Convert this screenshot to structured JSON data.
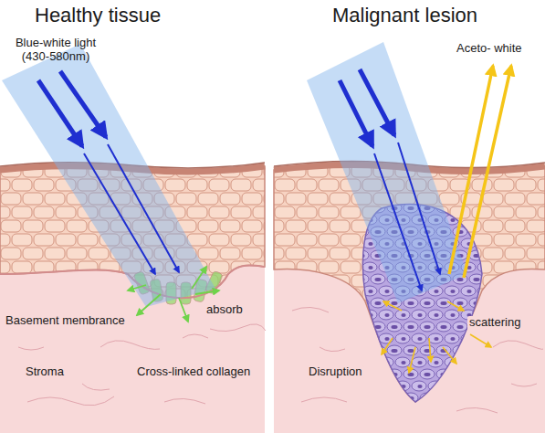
{
  "diagram": {
    "labels": [
      "Healthy tissue",
      "Malignant lesion",
      "Blue-white light (430-580nm)",
      "Aceto- white",
      "absorb",
      "Basement membrance",
      "Stroma",
      "Cross-linked collagen",
      "scattering",
      "Disruption"
    ]
  }
}
